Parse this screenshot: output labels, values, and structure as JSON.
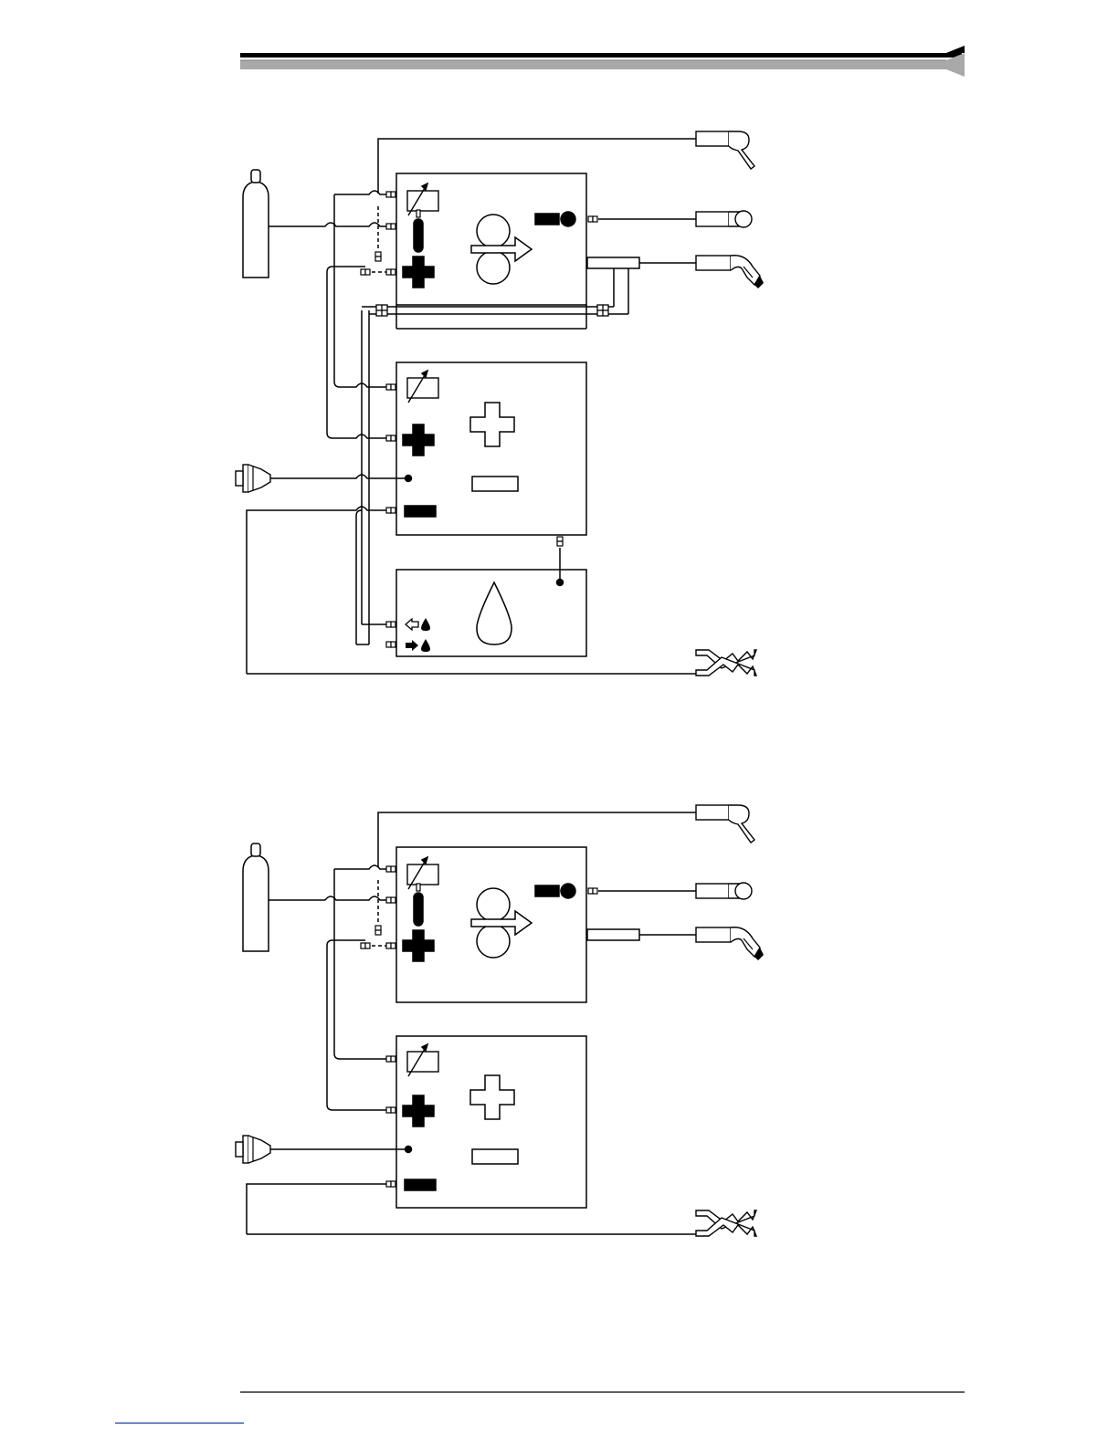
{
  "page": {
    "background": "#ffffff",
    "ink": "#000000",
    "header_band_color": "#a9a9a9",
    "footer_link_color": "#1a3cc8"
  },
  "diagrams": [
    {
      "name": "with-water-cooler",
      "units": [
        "wire-feeder",
        "power-source",
        "water-cooler"
      ],
      "external_equipment": [
        "gas-cylinder",
        "mains-plug",
        "remote-control",
        "control-cable",
        "welding-torch",
        "earth-clamp"
      ],
      "unit_icons": {
        "wire-feeder": [
          "remote-sensing-icon",
          "gas-cylinder-icon",
          "plus-terminal-icon",
          "feed-rolls-icon",
          "torch-socket-icon"
        ],
        "power-source": [
          "remote-sensing-icon",
          "plus-terminal-icon",
          "minus-terminal-icon",
          "positive-symbol",
          "negative-symbol"
        ],
        "water-cooler": [
          "water-drop-icon",
          "water-return-icon",
          "water-supply-icon"
        ]
      }
    },
    {
      "name": "without-water-cooler",
      "units": [
        "wire-feeder",
        "power-source"
      ],
      "external_equipment": [
        "gas-cylinder",
        "mains-plug",
        "remote-control",
        "control-cable",
        "welding-torch",
        "earth-clamp"
      ],
      "unit_icons": {
        "wire-feeder": [
          "remote-sensing-icon",
          "gas-cylinder-icon",
          "plus-terminal-icon",
          "feed-rolls-icon",
          "torch-socket-icon"
        ],
        "power-source": [
          "remote-sensing-icon",
          "plus-terminal-icon",
          "minus-terminal-icon",
          "positive-symbol",
          "negative-symbol"
        ]
      }
    }
  ]
}
